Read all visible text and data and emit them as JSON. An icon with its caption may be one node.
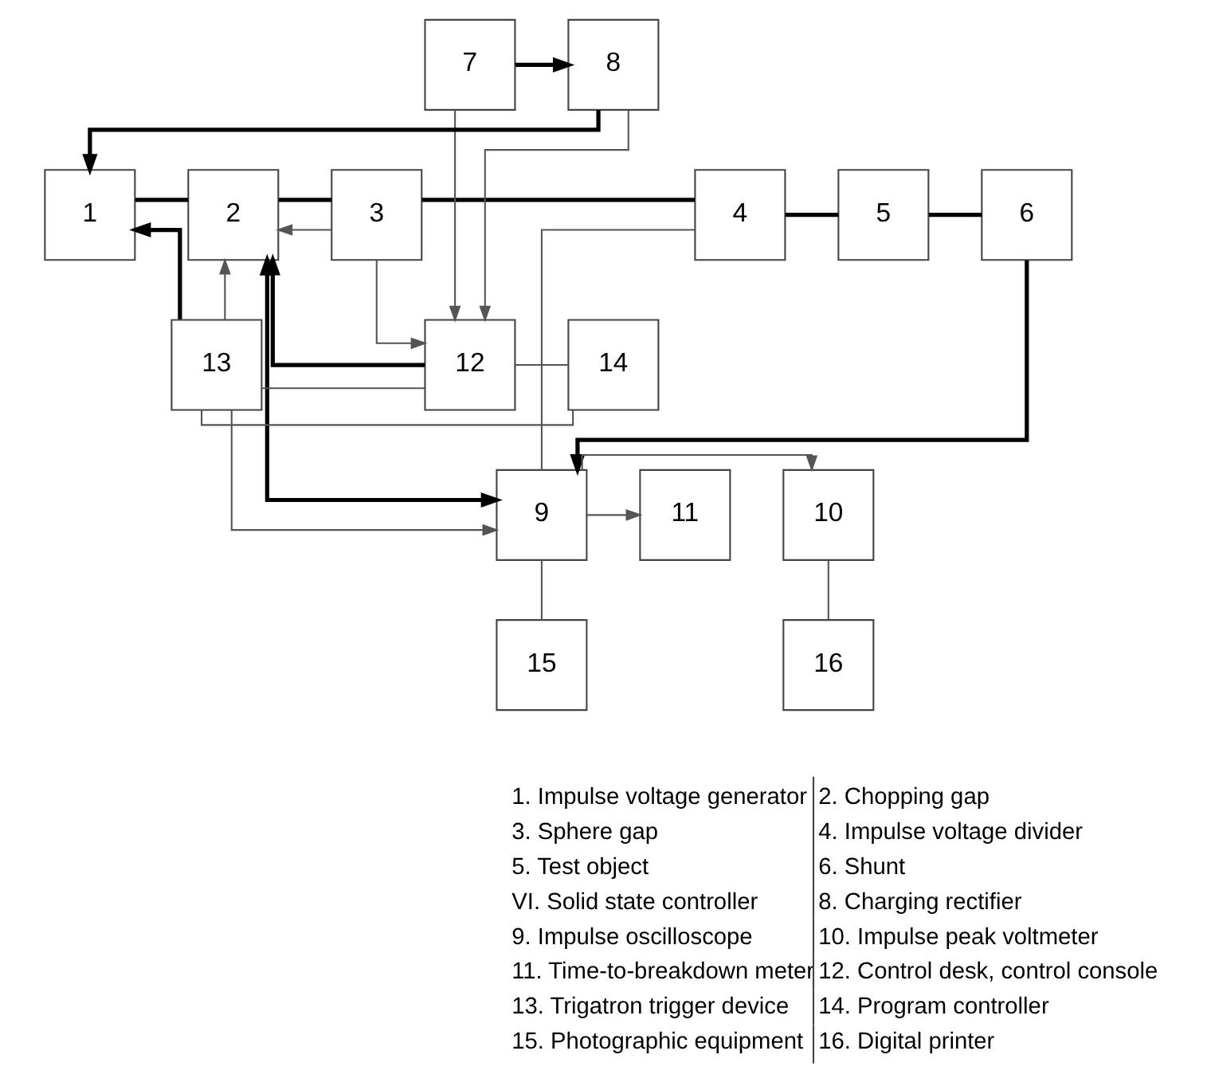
{
  "diagram": {
    "nodes": [
      {
        "text": [
          "1"
        ]
      },
      {
        "text": [
          "2"
        ]
      },
      {
        "text": [
          "3"
        ]
      },
      {
        "text": [
          "4"
        ]
      },
      {
        "text": [
          "5"
        ]
      },
      {
        "text": [
          "6"
        ]
      },
      {
        "text": [
          "7"
        ]
      },
      {
        "text": [
          "8"
        ]
      },
      {
        "text": [
          "9"
        ]
      },
      {
        "text": [
          "10"
        ]
      },
      {
        "text": [
          "11"
        ]
      },
      {
        "text": [
          "12"
        ]
      },
      {
        "text": [
          "13"
        ]
      },
      {
        "text": [
          "14"
        ]
      },
      {
        "text": [
          "15"
        ]
      },
      {
        "text": [
          "16"
        ]
      }
    ],
    "edges": [
      {
        "from": 0,
        "to": 1,
        "arrow": "none",
        "style": "thick"
      },
      {
        "from": 1,
        "to": 2,
        "arrow": "none",
        "style": "thick"
      },
      {
        "from": 2,
        "to": 3,
        "arrow": "none",
        "style": "thick"
      },
      {
        "from": 3,
        "to": 4,
        "arrow": "none",
        "style": "thick"
      },
      {
        "from": 4,
        "to": 5,
        "arrow": "none",
        "style": "thick"
      },
      {
        "from": 6,
        "to": 7,
        "arrow": "to",
        "style": "thick"
      },
      {
        "from": 7,
        "to": 0,
        "arrow": "to",
        "style": "thick"
      },
      {
        "from": 6,
        "to": 11,
        "arrow": "to"
      },
      {
        "from": 7,
        "to": 11,
        "arrow": "to"
      },
      {
        "from": 11,
        "to": 1,
        "arrow": "to",
        "style": "thick"
      },
      {
        "from": 2,
        "to": 11,
        "arrow": "to"
      },
      {
        "from": 12,
        "to": 0,
        "arrow": "to",
        "style": "thick"
      },
      {
        "from": 12,
        "to": 1,
        "arrow": "to"
      },
      {
        "from": 2,
        "to": 1,
        "arrow": "to"
      },
      {
        "from": 12,
        "to": 8,
        "arrow": "to"
      },
      {
        "from": 1,
        "to": 8,
        "arrow": "both",
        "style": "thick"
      },
      {
        "from": 3,
        "to": 8,
        "arrow": "none"
      },
      {
        "from": 5,
        "to": 8,
        "arrow": "to",
        "style": "thick"
      },
      {
        "from": 8,
        "to": 9,
        "arrow": "to"
      },
      {
        "from": 8,
        "to": 10,
        "arrow": "to"
      },
      {
        "from": 8,
        "to": 14,
        "arrow": "none"
      },
      {
        "from": 9,
        "to": 15,
        "arrow": "none"
      },
      {
        "from": 11,
        "to": 12,
        "arrow": "none"
      },
      {
        "from": 12,
        "to": 13,
        "arrow": "none"
      },
      {
        "from": 11,
        "to": 13,
        "arrow": "none"
      }
    ],
    "labels": [
      "1. Impulse voltage generator",
      "2. Chopping gap",
      "3. Sphere gap",
      "4. Impulse voltage divider",
      "5. Test object",
      "6. Shunt",
      "VI. Solid state controller",
      "8. Charging rectifier",
      "9. Impulse oscilloscope",
      "10. Impulse peak voltmeter",
      "11. Time-to-breakdown meter",
      "12. Control desk, control console",
      "13. Trigatron trigger device",
      "14. Program controller",
      "15. Photographic equipment",
      "16. Digital printer"
    ]
  }
}
